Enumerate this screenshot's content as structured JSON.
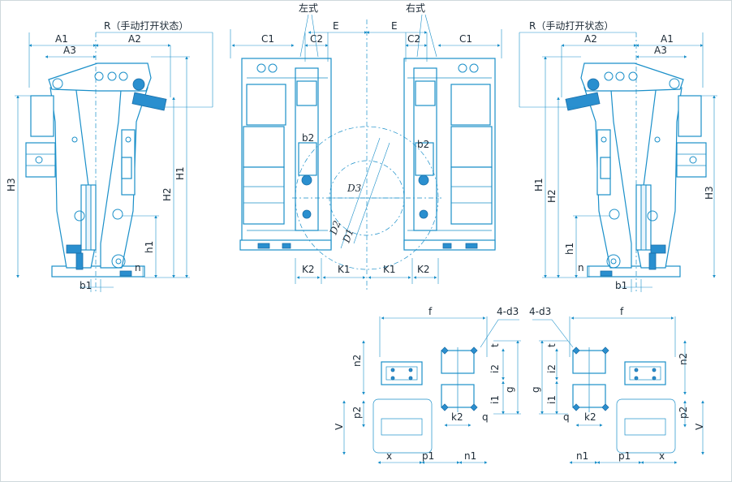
{
  "labels": {
    "left_style": "左式",
    "right_style": "右式",
    "r_manual": "R（手动打开状态）",
    "A1": "A1",
    "A2": "A2",
    "A3": "A3",
    "C1": "C1",
    "C2": "C2",
    "E": "E",
    "H1": "H1",
    "H2": "H2",
    "H3": "H3",
    "h1": "h1",
    "n": "n",
    "b1": "b1",
    "b2": "b2",
    "K1": "K1",
    "K2": "K2",
    "D1": "D1",
    "D2": "D2",
    "D3": "D3",
    "f": "f",
    "d3": "4-d3",
    "n1": "n1",
    "n2": "n2",
    "p1": "p1",
    "p2": "p2",
    "i1": "i1",
    "i2": "i2",
    "k2": "k2",
    "q": "q",
    "t": "t",
    "g": "g",
    "x": "x",
    "V": "V"
  },
  "colors": {
    "line": "#1a8fc9",
    "accent_fill": "#2a8fcf",
    "text": "#1c2a36"
  }
}
